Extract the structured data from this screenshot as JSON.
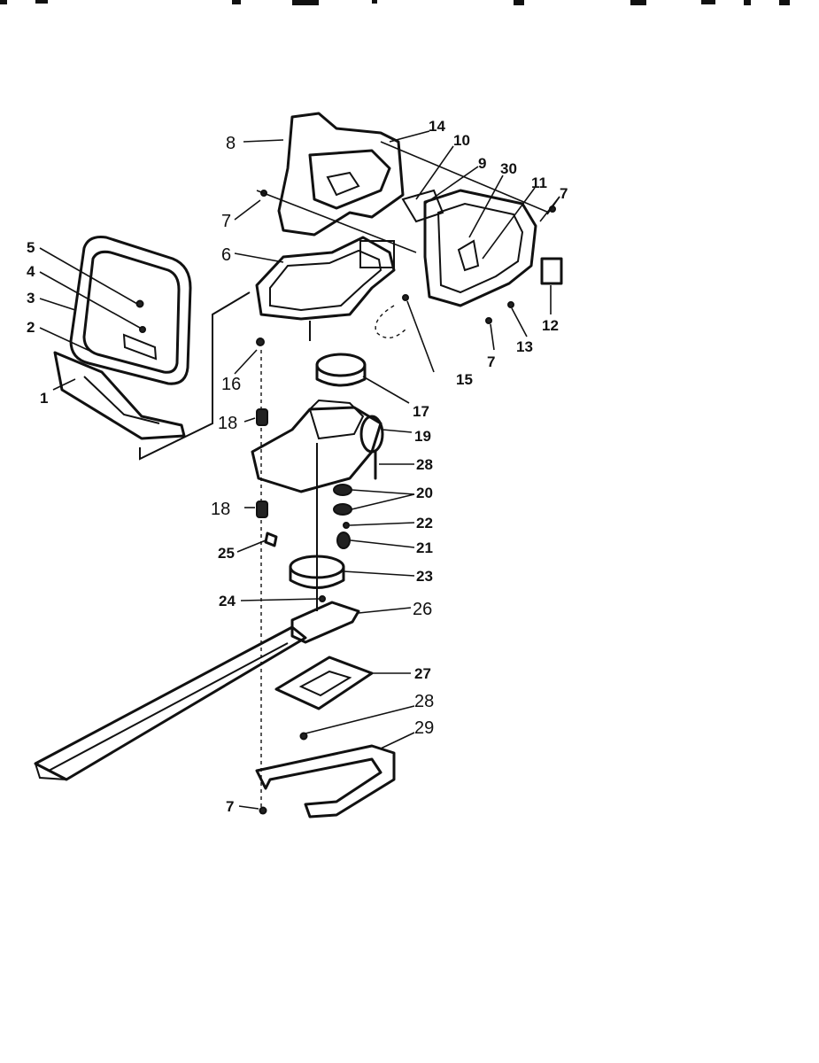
{
  "labels": {
    "p1": "1",
    "p2": "2",
    "p3": "3",
    "p4": "4",
    "p5": "5",
    "p6": "6",
    "p7a": "7",
    "p7b": "7",
    "p7c": "7",
    "p7d": "7",
    "p8": "8",
    "p9": "9",
    "p10": "10",
    "p11": "11",
    "p12": "12",
    "p13": "13",
    "p14": "14",
    "p15": "15",
    "p16": "16",
    "p17": "17",
    "p18a": "18",
    "p18b": "18",
    "p19": "19",
    "p20": "20",
    "p21": "21",
    "p22": "22",
    "p23": "23",
    "p24": "24",
    "p25": "25",
    "p26": "26",
    "p27": "27",
    "p28a": "28",
    "p28b": "28",
    "p29": "29",
    "p30": "30"
  }
}
